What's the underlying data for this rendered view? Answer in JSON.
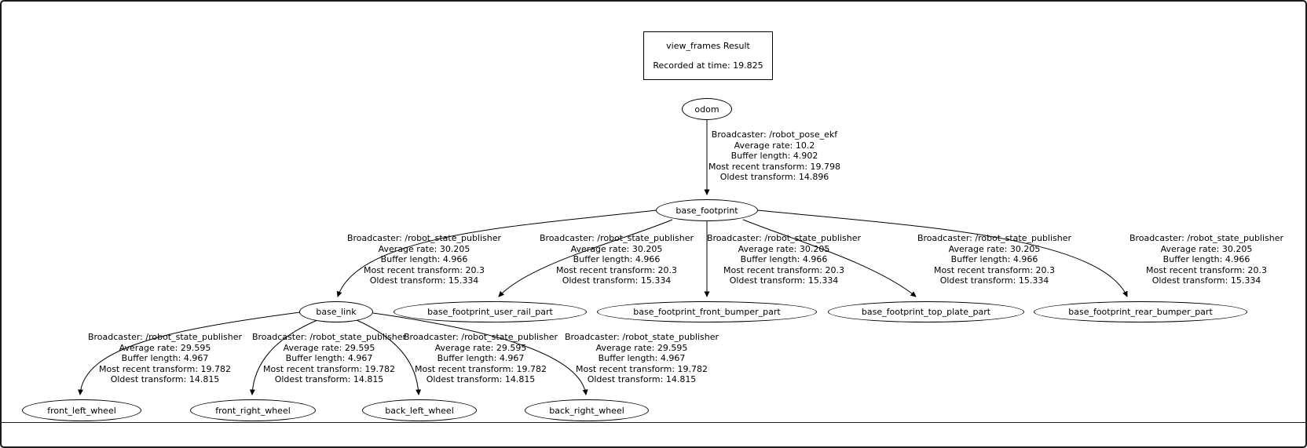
{
  "window": {
    "background_color": "#ffffff",
    "border_color": "#1a1a1a",
    "text_color": "#000000"
  },
  "title_box": {
    "line1": "view_frames Result",
    "line2": "Recorded at time: 19.825"
  },
  "graph": {
    "type": "tf-tree",
    "nodes": [
      {
        "id": "odom",
        "label": "odom"
      },
      {
        "id": "base_footprint",
        "label": "base_footprint"
      },
      {
        "id": "base_link",
        "label": "base_link"
      },
      {
        "id": "base_footprint_user_rail_part",
        "label": "base_footprint_user_rail_part"
      },
      {
        "id": "base_footprint_front_bumper_part",
        "label": "base_footprint_front_bumper_part"
      },
      {
        "id": "base_footprint_top_plate_part",
        "label": "base_footprint_top_plate_part"
      },
      {
        "id": "base_footprint_rear_bumper_part",
        "label": "base_footprint_rear_bumper_part"
      },
      {
        "id": "front_left_wheel",
        "label": "front_left_wheel"
      },
      {
        "id": "front_right_wheel",
        "label": "front_right_wheel"
      },
      {
        "id": "back_left_wheel",
        "label": "back_left_wheel"
      },
      {
        "id": "back_right_wheel",
        "label": "back_right_wheel"
      }
    ],
    "edges": [
      {
        "from": "odom",
        "to": "base_footprint",
        "label": {
          "broadcaster": "Broadcaster: /robot_pose_ekf",
          "average_rate": "Average rate: 10.2",
          "buffer_length": "Buffer length: 4.902",
          "most_recent_transform": "Most recent transform: 19.798",
          "oldest_transform": "Oldest transform: 14.896"
        }
      },
      {
        "from": "base_footprint",
        "to": "base_link",
        "label": {
          "broadcaster": "Broadcaster: /robot_state_publisher",
          "average_rate": "Average rate: 30.205",
          "buffer_length": "Buffer length: 4.966",
          "most_recent_transform": "Most recent transform: 20.3",
          "oldest_transform": "Oldest transform: 15.334"
        }
      },
      {
        "from": "base_footprint",
        "to": "base_footprint_user_rail_part",
        "label": {
          "broadcaster": "Broadcaster: /robot_state_publisher",
          "average_rate": "Average rate: 30.205",
          "buffer_length": "Buffer length: 4.966",
          "most_recent_transform": "Most recent transform: 20.3",
          "oldest_transform": "Oldest transform: 15.334"
        }
      },
      {
        "from": "base_footprint",
        "to": "base_footprint_front_bumper_part",
        "label": {
          "broadcaster": "Broadcaster: /robot_state_publisher",
          "average_rate": "Average rate: 30.205",
          "buffer_length": "Buffer length: 4.966",
          "most_recent_transform": "Most recent transform: 20.3",
          "oldest_transform": "Oldest transform: 15.334"
        }
      },
      {
        "from": "base_footprint",
        "to": "base_footprint_top_plate_part",
        "label": {
          "broadcaster": "Broadcaster: /robot_state_publisher",
          "average_rate": "Average rate: 30.205",
          "buffer_length": "Buffer length: 4.966",
          "most_recent_transform": "Most recent transform: 20.3",
          "oldest_transform": "Oldest transform: 15.334"
        }
      },
      {
        "from": "base_footprint",
        "to": "base_footprint_rear_bumper_part",
        "label": {
          "broadcaster": "Broadcaster: /robot_state_publisher",
          "average_rate": "Average rate: 30.205",
          "buffer_length": "Buffer length: 4.966",
          "most_recent_transform": "Most recent transform: 20.3",
          "oldest_transform": "Oldest transform: 15.334"
        }
      },
      {
        "from": "base_link",
        "to": "front_left_wheel",
        "label": {
          "broadcaster": "Broadcaster: /robot_state_publisher",
          "average_rate": "Average rate: 29.595",
          "buffer_length": "Buffer length: 4.967",
          "most_recent_transform": "Most recent transform: 19.782",
          "oldest_transform": "Oldest transform: 14.815"
        }
      },
      {
        "from": "base_link",
        "to": "front_right_wheel",
        "label": {
          "broadcaster": "Broadcaster: /robot_state_publisher",
          "average_rate": "Average rate: 29.595",
          "buffer_length": "Buffer length: 4.967",
          "most_recent_transform": "Most recent transform: 19.782",
          "oldest_transform": "Oldest transform: 14.815"
        }
      },
      {
        "from": "base_link",
        "to": "back_left_wheel",
        "label": {
          "broadcaster": "Broadcaster: /robot_state_publisher",
          "average_rate": "Average rate: 29.595",
          "buffer_length": "Buffer length: 4.967",
          "most_recent_transform": "Most recent transform: 19.782",
          "oldest_transform": "Oldest transform: 14.815"
        }
      },
      {
        "from": "base_link",
        "to": "back_right_wheel",
        "label": {
          "broadcaster": "Broadcaster: /robot_state_publisher",
          "average_rate": "Average rate: 29.595",
          "buffer_length": "Buffer length: 4.967",
          "most_recent_transform": "Most recent transform: 19.782",
          "oldest_transform": "Oldest transform: 14.815"
        }
      }
    ]
  }
}
